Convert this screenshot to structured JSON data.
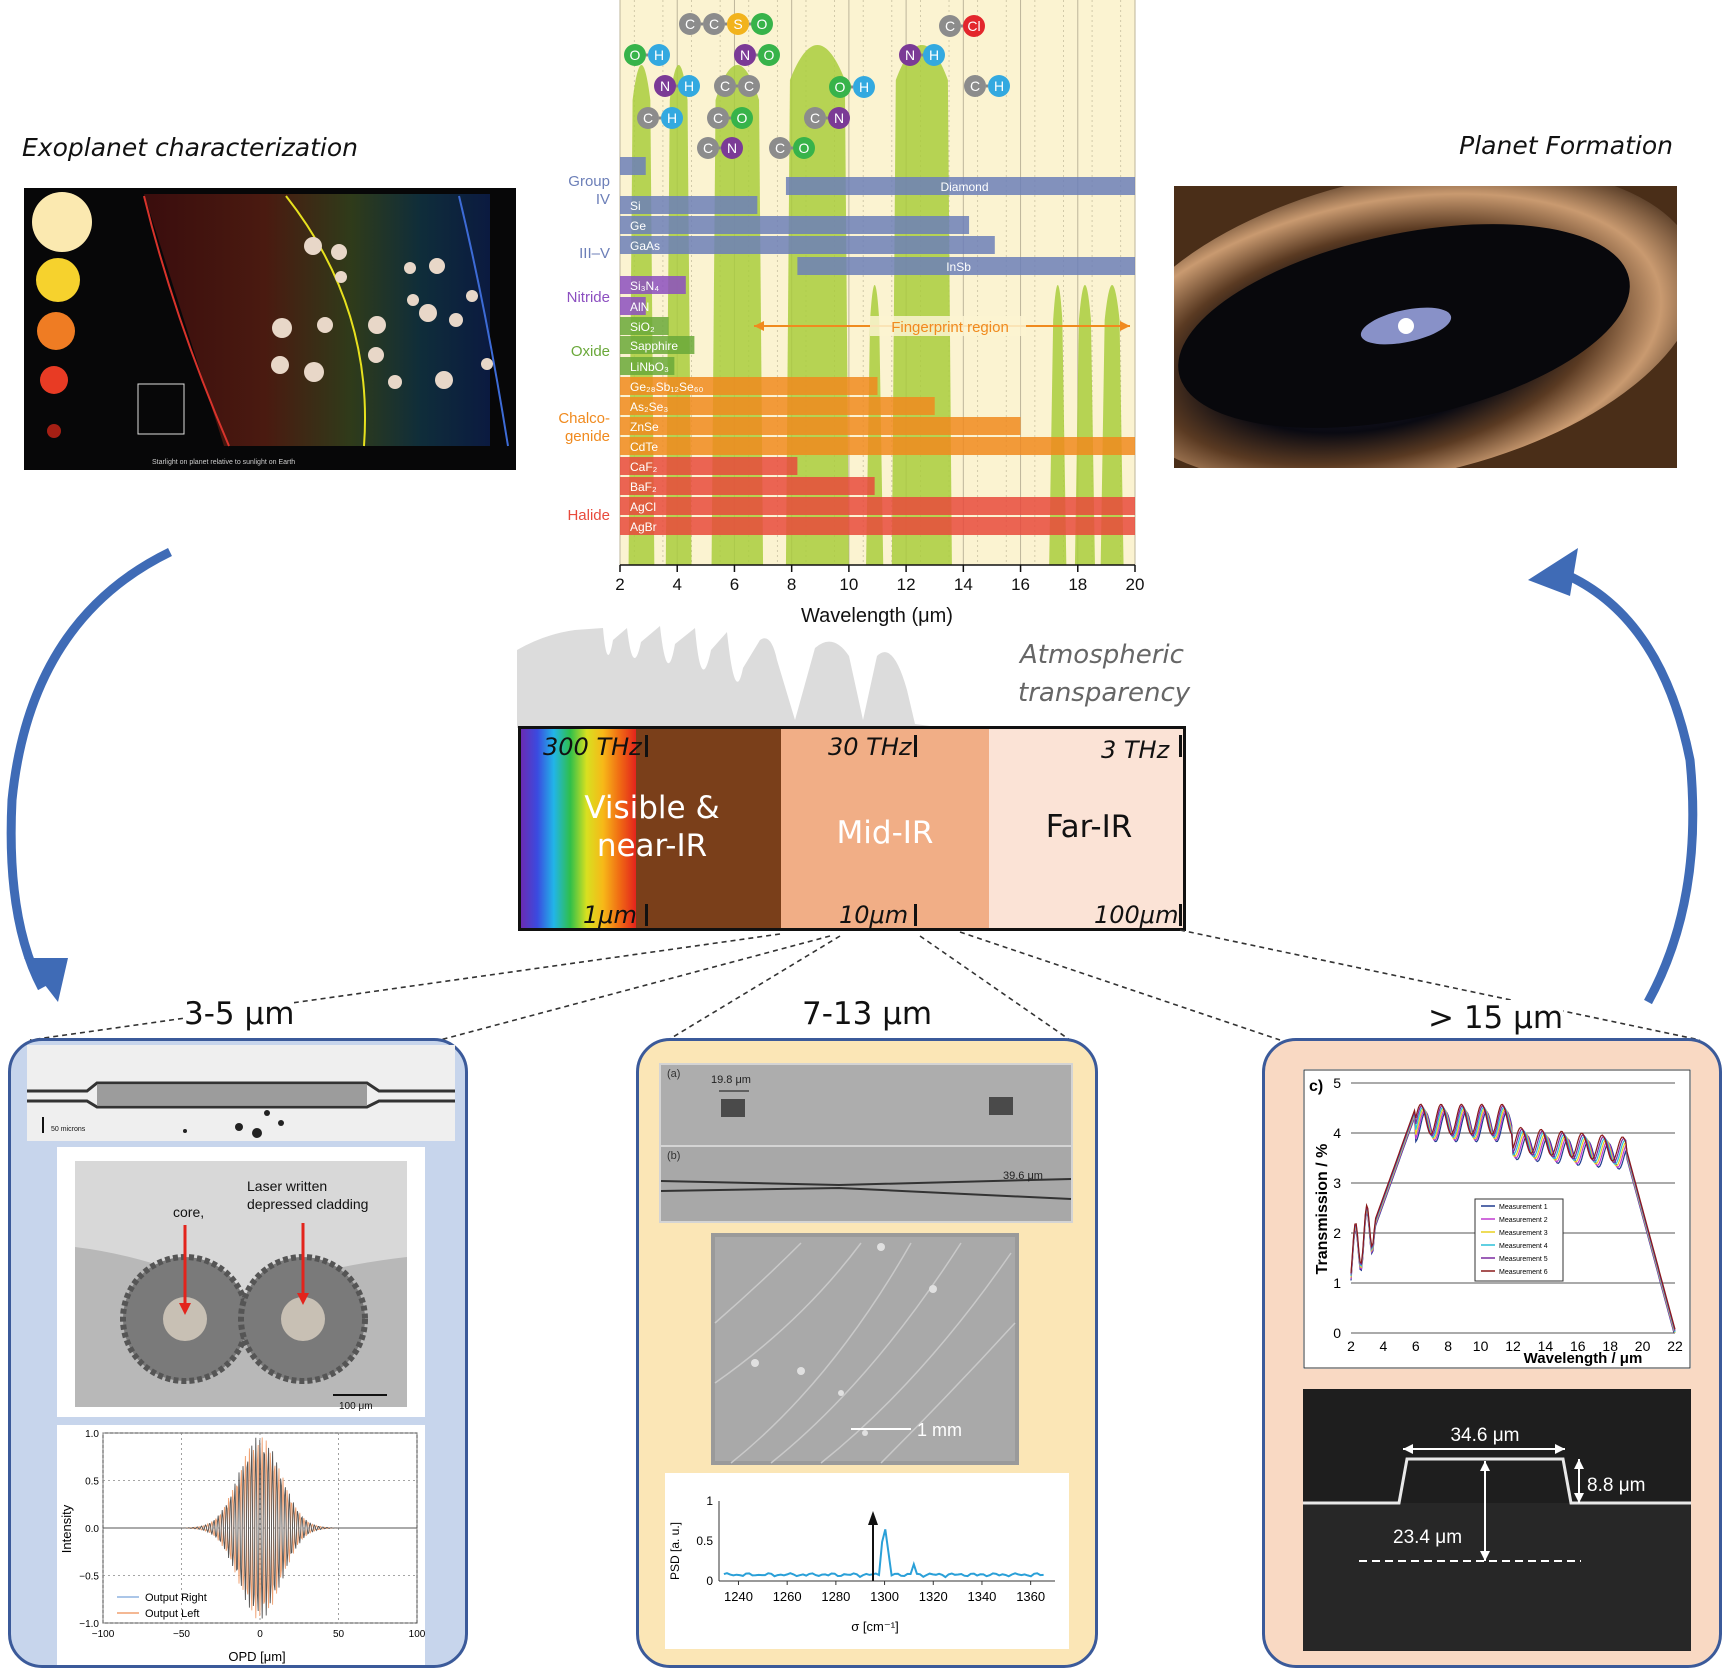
{
  "headings": {
    "exoplanet": "Exoplanet characterization",
    "planet_formation": "Planet Formation"
  },
  "icons": {
    "left_arrow": "curved-arrow-icon",
    "right_arrow": "curved-arrow-icon"
  },
  "colors": {
    "arrow": "#3f6bb6",
    "group_iv": "#7f93c4",
    "nitride": "#9c6cc4",
    "oxide": "#93c063",
    "chalcogenide": "#f59b28",
    "halide": "#eb5147",
    "absorption": "#a9cd3d",
    "near_ir": "#7a3f1a",
    "mid_ir": "#f1ae86",
    "far_ir": "#fbe3d6"
  },
  "molecules": [
    {
      "atoms": [
        "C",
        "C",
        "S",
        "O"
      ],
      "colors": [
        "#8c8c8c",
        "#8c8c8c",
        "#f2b31c",
        "#37b34a"
      ]
    },
    {
      "atoms": [
        "C",
        "Cl"
      ],
      "colors": [
        "#8c8c8c",
        "#e3262c"
      ]
    },
    {
      "atoms": [
        "O",
        "H"
      ],
      "colors": [
        "#37b34a",
        "#33a9e0"
      ]
    },
    {
      "atoms": [
        "N",
        "O"
      ],
      "colors": [
        "#7b3a96",
        "#37b34a"
      ]
    },
    {
      "atoms": [
        "N",
        "H"
      ],
      "colors": [
        "#7b3a96",
        "#33a9e0"
      ]
    },
    {
      "atoms": [
        "N",
        "H"
      ],
      "colors": [
        "#7b3a96",
        "#33a9e0"
      ]
    },
    {
      "atoms": [
        "C",
        "C"
      ],
      "colors": [
        "#8c8c8c",
        "#8c8c8c"
      ]
    },
    {
      "atoms": [
        "O",
        "H"
      ],
      "colors": [
        "#37b34a",
        "#33a9e0"
      ]
    },
    {
      "atoms": [
        "C",
        "H"
      ],
      "colors": [
        "#8c8c8c",
        "#33a9e0"
      ]
    },
    {
      "atoms": [
        "C",
        "H"
      ],
      "colors": [
        "#8c8c8c",
        "#33a9e0"
      ]
    },
    {
      "atoms": [
        "C",
        "O"
      ],
      "colors": [
        "#8c8c8c",
        "#37b34a"
      ]
    },
    {
      "atoms": [
        "C",
        "N"
      ],
      "colors": [
        "#8c8c8c",
        "#7b3a96"
      ]
    },
    {
      "atoms": [
        "C",
        "N"
      ],
      "colors": [
        "#8c8c8c",
        "#7b3a96"
      ]
    },
    {
      "atoms": [
        "C",
        "O"
      ],
      "colors": [
        "#8c8c8c",
        "#37b34a"
      ]
    }
  ],
  "materials_chart": {
    "groups": [
      "Group IV",
      "III–V",
      "Nitride",
      "Oxide",
      "Chalco- genide",
      "Halide"
    ],
    "group_colors": [
      "#6c7fb8",
      "#6c7fb8",
      "#8c4fc0",
      "#6aa83a",
      "#f08a1e",
      "#e84a3c"
    ],
    "annotation": "Fingerprint region",
    "xlabel": "Wavelength (μm)",
    "xticks": [
      "2",
      "4",
      "6",
      "8",
      "10",
      "12",
      "14",
      "16",
      "18",
      "20"
    ],
    "bars": [
      {
        "label": "",
        "from": 2,
        "to": 2.9,
        "group": 0
      },
      {
        "label": "Diamond",
        "from": 7.8,
        "to": 20,
        "group": 0
      },
      {
        "label": "Si",
        "from": 2,
        "to": 6.8,
        "group": 0
      },
      {
        "label": "Ge",
        "from": 2,
        "to": 14.2,
        "group": 0
      },
      {
        "label": "GaAs",
        "from": 2,
        "to": 15.1,
        "group": 1
      },
      {
        "label": "InSb",
        "from": 8.2,
        "to": 20,
        "group": 1
      },
      {
        "label": "Si₃N₄",
        "from": 2,
        "to": 4.3,
        "group": 2
      },
      {
        "label": "AlN",
        "from": 2,
        "to": 2.9,
        "group": 2
      },
      {
        "label": "SiO₂",
        "from": 2,
        "to": 3.7,
        "group": 3
      },
      {
        "label": "Sapphire",
        "from": 2,
        "to": 4.6,
        "group": 3
      },
      {
        "label": "LiNbO₃",
        "from": 2,
        "to": 3.9,
        "group": 3
      },
      {
        "label": "Ge₂₈Sb₁₂Se₆₀",
        "from": 2,
        "to": 11,
        "group": 4
      },
      {
        "label": "As₂Se₃",
        "from": 2,
        "to": 13,
        "group": 4
      },
      {
        "label": "ZnSe",
        "from": 2,
        "to": 16,
        "group": 4
      },
      {
        "label": "CdTe",
        "from": 2,
        "to": 20,
        "group": 4
      },
      {
        "label": "CaF₂",
        "from": 2,
        "to": 8.2,
        "group": 5
      },
      {
        "label": "BaF₂",
        "from": 2,
        "to": 10.9,
        "group": 5
      },
      {
        "label": "AgCl",
        "from": 2,
        "to": 20,
        "group": 5
      },
      {
        "label": "AgBr",
        "from": 2,
        "to": 20,
        "group": 5
      }
    ]
  },
  "atmosphere": {
    "label_line1": "Atmospheric",
    "label_line2": "transparency"
  },
  "spectrum": {
    "freq_labels": [
      "300 THz",
      "30 THz",
      "3 THz"
    ],
    "wl_labels": [
      "1μm",
      "10μm",
      "100μm"
    ],
    "bands": [
      "Visible & near-IR",
      "Mid-IR",
      "Far-IR"
    ]
  },
  "ranges": [
    "3-5 μm",
    "7-13 μm",
    "> 15 μm"
  ],
  "left_panel": {
    "scale": "50 microns",
    "core_label": "core,",
    "cladding_label": "Laser written depressed cladding",
    "scale2": "100 μm",
    "interferogram": {
      "ylabel": "Intensity",
      "xlabel": "OPD [μm]",
      "yticks": [
        "1.0",
        "0.5",
        "0.0",
        "−0.5",
        "−1.0"
      ],
      "xticks": [
        "−100",
        "−50",
        "0",
        "50",
        "100"
      ],
      "legend": [
        "Output Right",
        "Output Left"
      ]
    }
  },
  "mid_panel": {
    "label_a": "(a)",
    "label_b": "(b)",
    "width_a": "19.8 μm",
    "width_b": "39.6 μm",
    "scale": "1 mm",
    "psd": {
      "ylabel": "PSD [a. u.]",
      "xlabel": "σ [cm⁻¹]",
      "yticks": [
        "1",
        "0.5",
        "0"
      ],
      "xticks": [
        "1240",
        "1260",
        "1280",
        "1300",
        "1320",
        "1340",
        "1360"
      ]
    }
  },
  "right_panel": {
    "plot": {
      "tag": "c)",
      "ylabel": "Transmission / %",
      "xlabel": "Wavelength / μm",
      "yticks": [
        "5",
        "4",
        "3",
        "2",
        "1",
        "0"
      ],
      "xticks": [
        "2",
        "4",
        "6",
        "8",
        "10",
        "12",
        "14",
        "16",
        "18",
        "20",
        "22"
      ],
      "legend": [
        "Measurement 1",
        "Measurement 2",
        "Measurement 3",
        "Measurement 4",
        "Measurement 5",
        "Measurement 6"
      ]
    },
    "width": "34.6 μm",
    "height": "8.8 μm",
    "depth": "23.4 μm"
  }
}
